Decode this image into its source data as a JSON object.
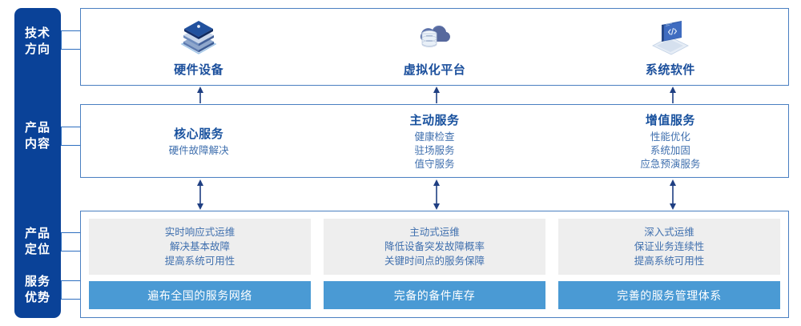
{
  "sidebar": {
    "labels": [
      {
        "name": "technology-direction",
        "line1": "技术",
        "line2": "方向"
      },
      {
        "name": "product-content",
        "line1": "产品",
        "line2": "内容"
      },
      {
        "name": "product-positioning",
        "line1": "产品",
        "line2": "定位"
      },
      {
        "name": "service-advantage",
        "line1": "服务",
        "line2": "优势"
      }
    ]
  },
  "technology": {
    "columns": [
      {
        "icon": "server-stack-icon",
        "label": "硬件设备"
      },
      {
        "icon": "cloud-database-icon",
        "label": "虚拟化平台"
      },
      {
        "icon": "laptop-code-icon",
        "label": "系统软件"
      }
    ]
  },
  "product_content": {
    "columns": [
      {
        "title": "核心服务",
        "items": [
          "硬件故障解决"
        ]
      },
      {
        "title": "主动服务",
        "items": [
          "健康检查",
          "驻场服务",
          "值守服务"
        ]
      },
      {
        "title": "增值服务",
        "items": [
          "性能优化",
          "系统加固",
          "应急预演服务"
        ]
      }
    ]
  },
  "product_positioning": {
    "cards": [
      {
        "lines": [
          "实时响应式运维",
          "解决基本故障",
          "提高系统可用性"
        ]
      },
      {
        "lines": [
          "主动式运维",
          "降低设备突发故障概率",
          "关键时间点的服务保障"
        ]
      },
      {
        "lines": [
          "深入式运维",
          "保证业务连续性",
          "提高系统可用性"
        ]
      }
    ]
  },
  "service_advantage": {
    "bars": [
      {
        "label": "遍布全国的服务网络"
      },
      {
        "label": "完备的备件库存"
      },
      {
        "label": "完善的服务管理体系"
      }
    ]
  },
  "colors": {
    "sidebar_blue": "#0a4298",
    "panel_border": "#4a7fc1",
    "title_blue": "#18519e",
    "body_blue": "#3f6fae",
    "card_gray": "#eeeeee",
    "bar_blue": "#4a9ad4",
    "arrow_blue": "#1f3f82"
  },
  "connectors": {
    "up_arrows": [
      "arrow-up-hardware",
      "arrow-up-virtualization",
      "arrow-up-software"
    ],
    "bidirectional_arrows": [
      "arrow-bidir-core",
      "arrow-bidir-proactive",
      "arrow-bidir-value"
    ]
  }
}
